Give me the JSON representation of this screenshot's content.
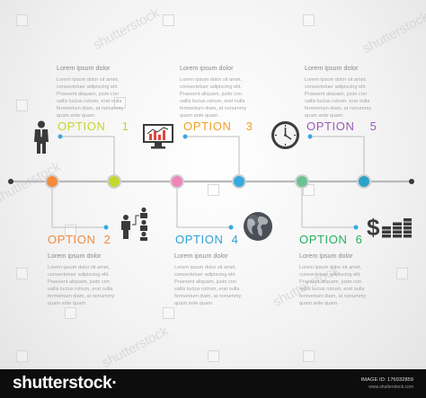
{
  "colors": {
    "line": "#b5b5b5",
    "text_dark": "#3c3c3c",
    "heading": "#8a8a8a",
    "body": "#a6a6a6",
    "node_orange": "#f58a3c",
    "node_lime": "#c4d82e",
    "node_pink": "#ef84b8",
    "node_blue": "#36a9e1",
    "node_green": "#6cc392",
    "node_teal": "#2aa3c8",
    "option1": "#c6d42e",
    "option2": "#f28a3f",
    "option3": "#f0a12a",
    "option4": "#2e9fd9",
    "option5": "#9b59b6",
    "option6": "#27ae60"
  },
  "heading_text": "Lorem ipsum dolor",
  "body_text": "Lorem ipsum dolor sit amet,\nconsectetuer adipiscing elit.\nPraesent aliquam, justo con\nvallis luctus rutrum, erat nulla\nfermentum diam, at nonummy\nquam ante quam.",
  "options": [
    {
      "label": "OPTION",
      "number": "1",
      "icon": "businessman-icon"
    },
    {
      "label": "OPTION",
      "number": "2",
      "icon": "org-chart-icon"
    },
    {
      "label": "OPTION",
      "number": "3",
      "icon": "monitor-chart-icon"
    },
    {
      "label": "OPTION",
      "number": "4",
      "icon": "globe-icon"
    },
    {
      "label": "OPTION",
      "number": "5",
      "icon": "clock-icon"
    },
    {
      "label": "OPTION",
      "number": "6",
      "icon": "money-icon"
    }
  ],
  "footer": {
    "brand": "shutterstock·",
    "image_id": "IMAGE ID: 176932859",
    "site": "www.shutterstock.com"
  },
  "watermark": "shutterstock"
}
